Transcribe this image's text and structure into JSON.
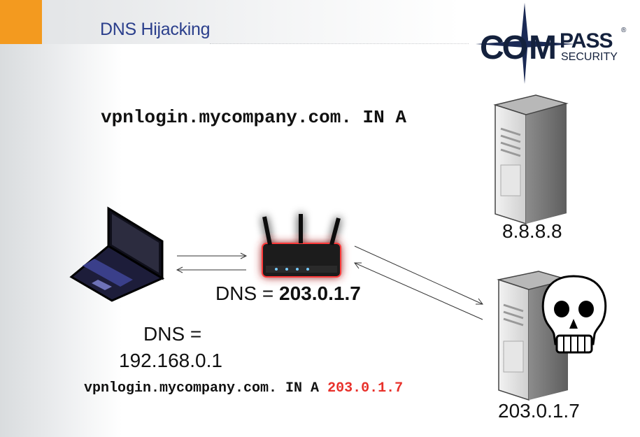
{
  "slide": {
    "title": "DNS Hijacking",
    "logo": {
      "text_main": "COMPASS",
      "text_sub": "SECURITY",
      "registered": "®"
    }
  },
  "diagram": {
    "query_text": "vpnlogin.mycompany.com. IN A",
    "laptop": {
      "dns_label_line1": "DNS =",
      "dns_label_line2": "192.168.0.1"
    },
    "router": {
      "dns_label_prefix": "DNS = ",
      "dns_label_value": "203.0.1.7"
    },
    "server_legit": {
      "ip": "8.8.8.8"
    },
    "server_rogue": {
      "ip": "203.0.1.7",
      "icon": "skull-icon"
    },
    "response": {
      "prefix": "vpnlogin.mycompany.com. IN A ",
      "ip": "203.0.1.7"
    },
    "colors": {
      "title": "#2b3f8c",
      "accent_orange": "#f39a1f",
      "response_ip": "#e8302a",
      "router_glow": "#ff3b3b"
    }
  }
}
